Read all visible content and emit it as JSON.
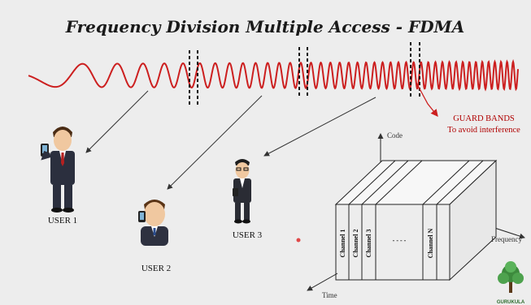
{
  "title": "Frequency Division Multiple Access - FDMA",
  "guard": {
    "line1": "GUARD BANDS",
    "line2": "To avoid interference"
  },
  "users": [
    "USER 1",
    "USER 2",
    "USER 3"
  ],
  "axes": {
    "code": "Code",
    "frequency": "Frequency",
    "time": "Time"
  },
  "channels": [
    "Channel 1",
    "Channel 2",
    "Channel 3",
    "- - - -",
    "Channel N"
  ],
  "logo": "GURUKULA",
  "colors": {
    "wave": "#cc1f1f",
    "guard": "#cc1f1f",
    "background": "#ededed"
  }
}
